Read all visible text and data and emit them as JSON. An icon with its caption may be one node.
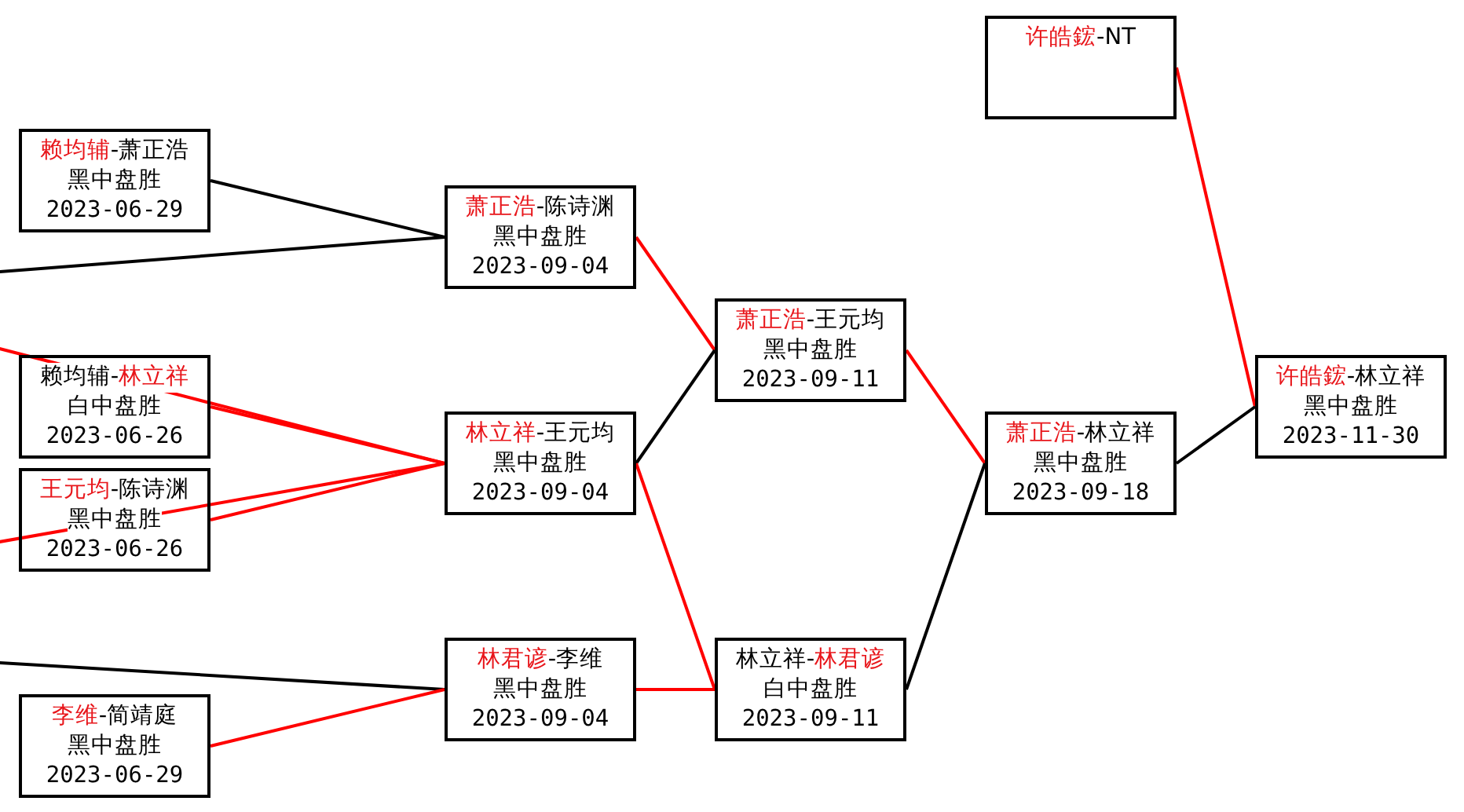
{
  "diagram": {
    "nodes": [
      {
        "text": [
          "赖均辅-萧正浩",
          "黑中盘胜",
          "2023-06-29"
        ]
      },
      {
        "text": [
          "赖均辅-林立祥",
          "白中盘胜",
          "2023-06-26"
        ]
      },
      {
        "text": [
          "王元均-陈诗渊",
          "黑中盘胜",
          "2023-06-26"
        ]
      },
      {
        "text": [
          "李维-简靖庭",
          "黑中盘胜",
          "2023-06-29"
        ]
      },
      {
        "text": [
          "萧正浩-陈诗渊",
          "黑中盘胜",
          "2023-09-04"
        ]
      },
      {
        "text": [
          "林立祥-王元均",
          "黑中盘胜",
          "2023-09-04"
        ]
      },
      {
        "text": [
          "林君谚-李维",
          "黑中盘胜",
          "2023-09-04"
        ]
      },
      {
        "text": [
          "萧正浩-王元均",
          "黑中盘胜",
          "2023-09-11"
        ]
      },
      {
        "text": [
          "林立祥-林君谚",
          "白中盘胜",
          "2023-09-11"
        ]
      },
      {
        "text": [
          "许皓鋐-NT"
        ]
      },
      {
        "text": [
          "萧正浩-林立祥",
          "黑中盘胜",
          "2023-09-18"
        ]
      },
      {
        "text": [
          "许皓鋐-林立祥",
          "黑中盘胜",
          "2023-11-30"
        ]
      }
    ],
    "edges": [
      {
        "from": 0,
        "to": 4,
        "arrow": "none",
        "color": "#000000"
      },
      {
        "from": null,
        "to": 4,
        "arrow": "none",
        "color": "#000000"
      },
      {
        "from": null,
        "to": 5,
        "arrow": "none"
      },
      {
        "from": 1,
        "to": 5,
        "arrow": "none"
      },
      {
        "from": 2,
        "to": 5,
        "arrow": "none"
      },
      {
        "from": null,
        "to": 5,
        "arrow": "none"
      },
      {
        "from": null,
        "to": 6,
        "arrow": "none",
        "color": "#000000"
      },
      {
        "from": 3,
        "to": 6,
        "arrow": "none"
      },
      {
        "from": 4,
        "to": 7,
        "arrow": "none"
      },
      {
        "from": 5,
        "to": 7,
        "arrow": "none",
        "color": "#000000"
      },
      {
        "from": 5,
        "to": 8,
        "arrow": "none"
      },
      {
        "from": 6,
        "to": 8,
        "arrow": "none"
      },
      {
        "from": 7,
        "to": 10,
        "arrow": "none"
      },
      {
        "from": 8,
        "to": 10,
        "arrow": "none",
        "color": "#000000"
      },
      {
        "from": 9,
        "to": 11,
        "arrow": "none"
      },
      {
        "from": 10,
        "to": 11,
        "arrow": "none",
        "color": "#000000"
      }
    ]
  }
}
